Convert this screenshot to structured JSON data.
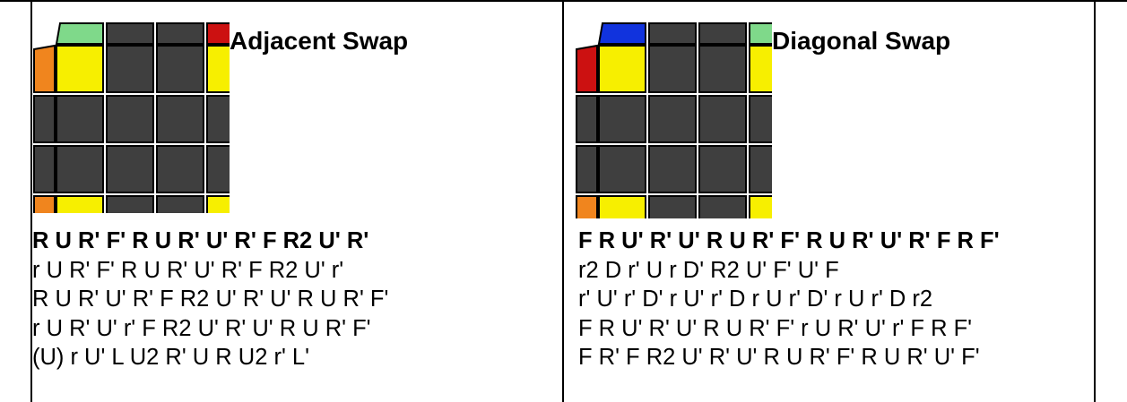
{
  "cases": [
    {
      "title": "Adjacent Swap",
      "colors": {
        "top_left": "#7fd98a",
        "top_right": "#cc1111",
        "bottom_left": "#1133dd",
        "bottom_right": "#cc1111",
        "left_top": "#f0851e",
        "left_bottom": "#f0851e",
        "right_top": "#1133dd",
        "right_bottom": "#7fd98a"
      },
      "algorithms": [
        "R U R' F' R U R' U' R' F R2 U' R'",
        "r U R' F' R U R' U' R' F R2 U' r'",
        "R U R' U' R' F R2 U' R' U' R U R' F'",
        "r U R' U' r' F R2 U' R' U' R U R' F'",
        "(U) r U' L U2 R' U R U2 r' L'"
      ]
    },
    {
      "title": "Diagonal Swap",
      "colors": {
        "top_left": "#1133dd",
        "top_right": "#7fd98a",
        "bottom_left": "#1133dd",
        "bottom_right": "#7fd98a",
        "left_top": "#cc1111",
        "left_bottom": "#f0851e",
        "right_top": "#cc1111",
        "right_bottom": "#f0851e"
      },
      "algorithms": [
        "F R U' R' U' R U R' F' R U R' U' R' F R F'",
        "r2 D r' U r D' R2 U' F' U' F",
        "r' U' r' D' r U' r' D r U r' D' r U r' D r2",
        "F R U' R' U' R U R' F' r U R' U' r' F R F'",
        "F R' F R2 U' R' U' R U R' F' R U R' U' F'"
      ]
    }
  ]
}
